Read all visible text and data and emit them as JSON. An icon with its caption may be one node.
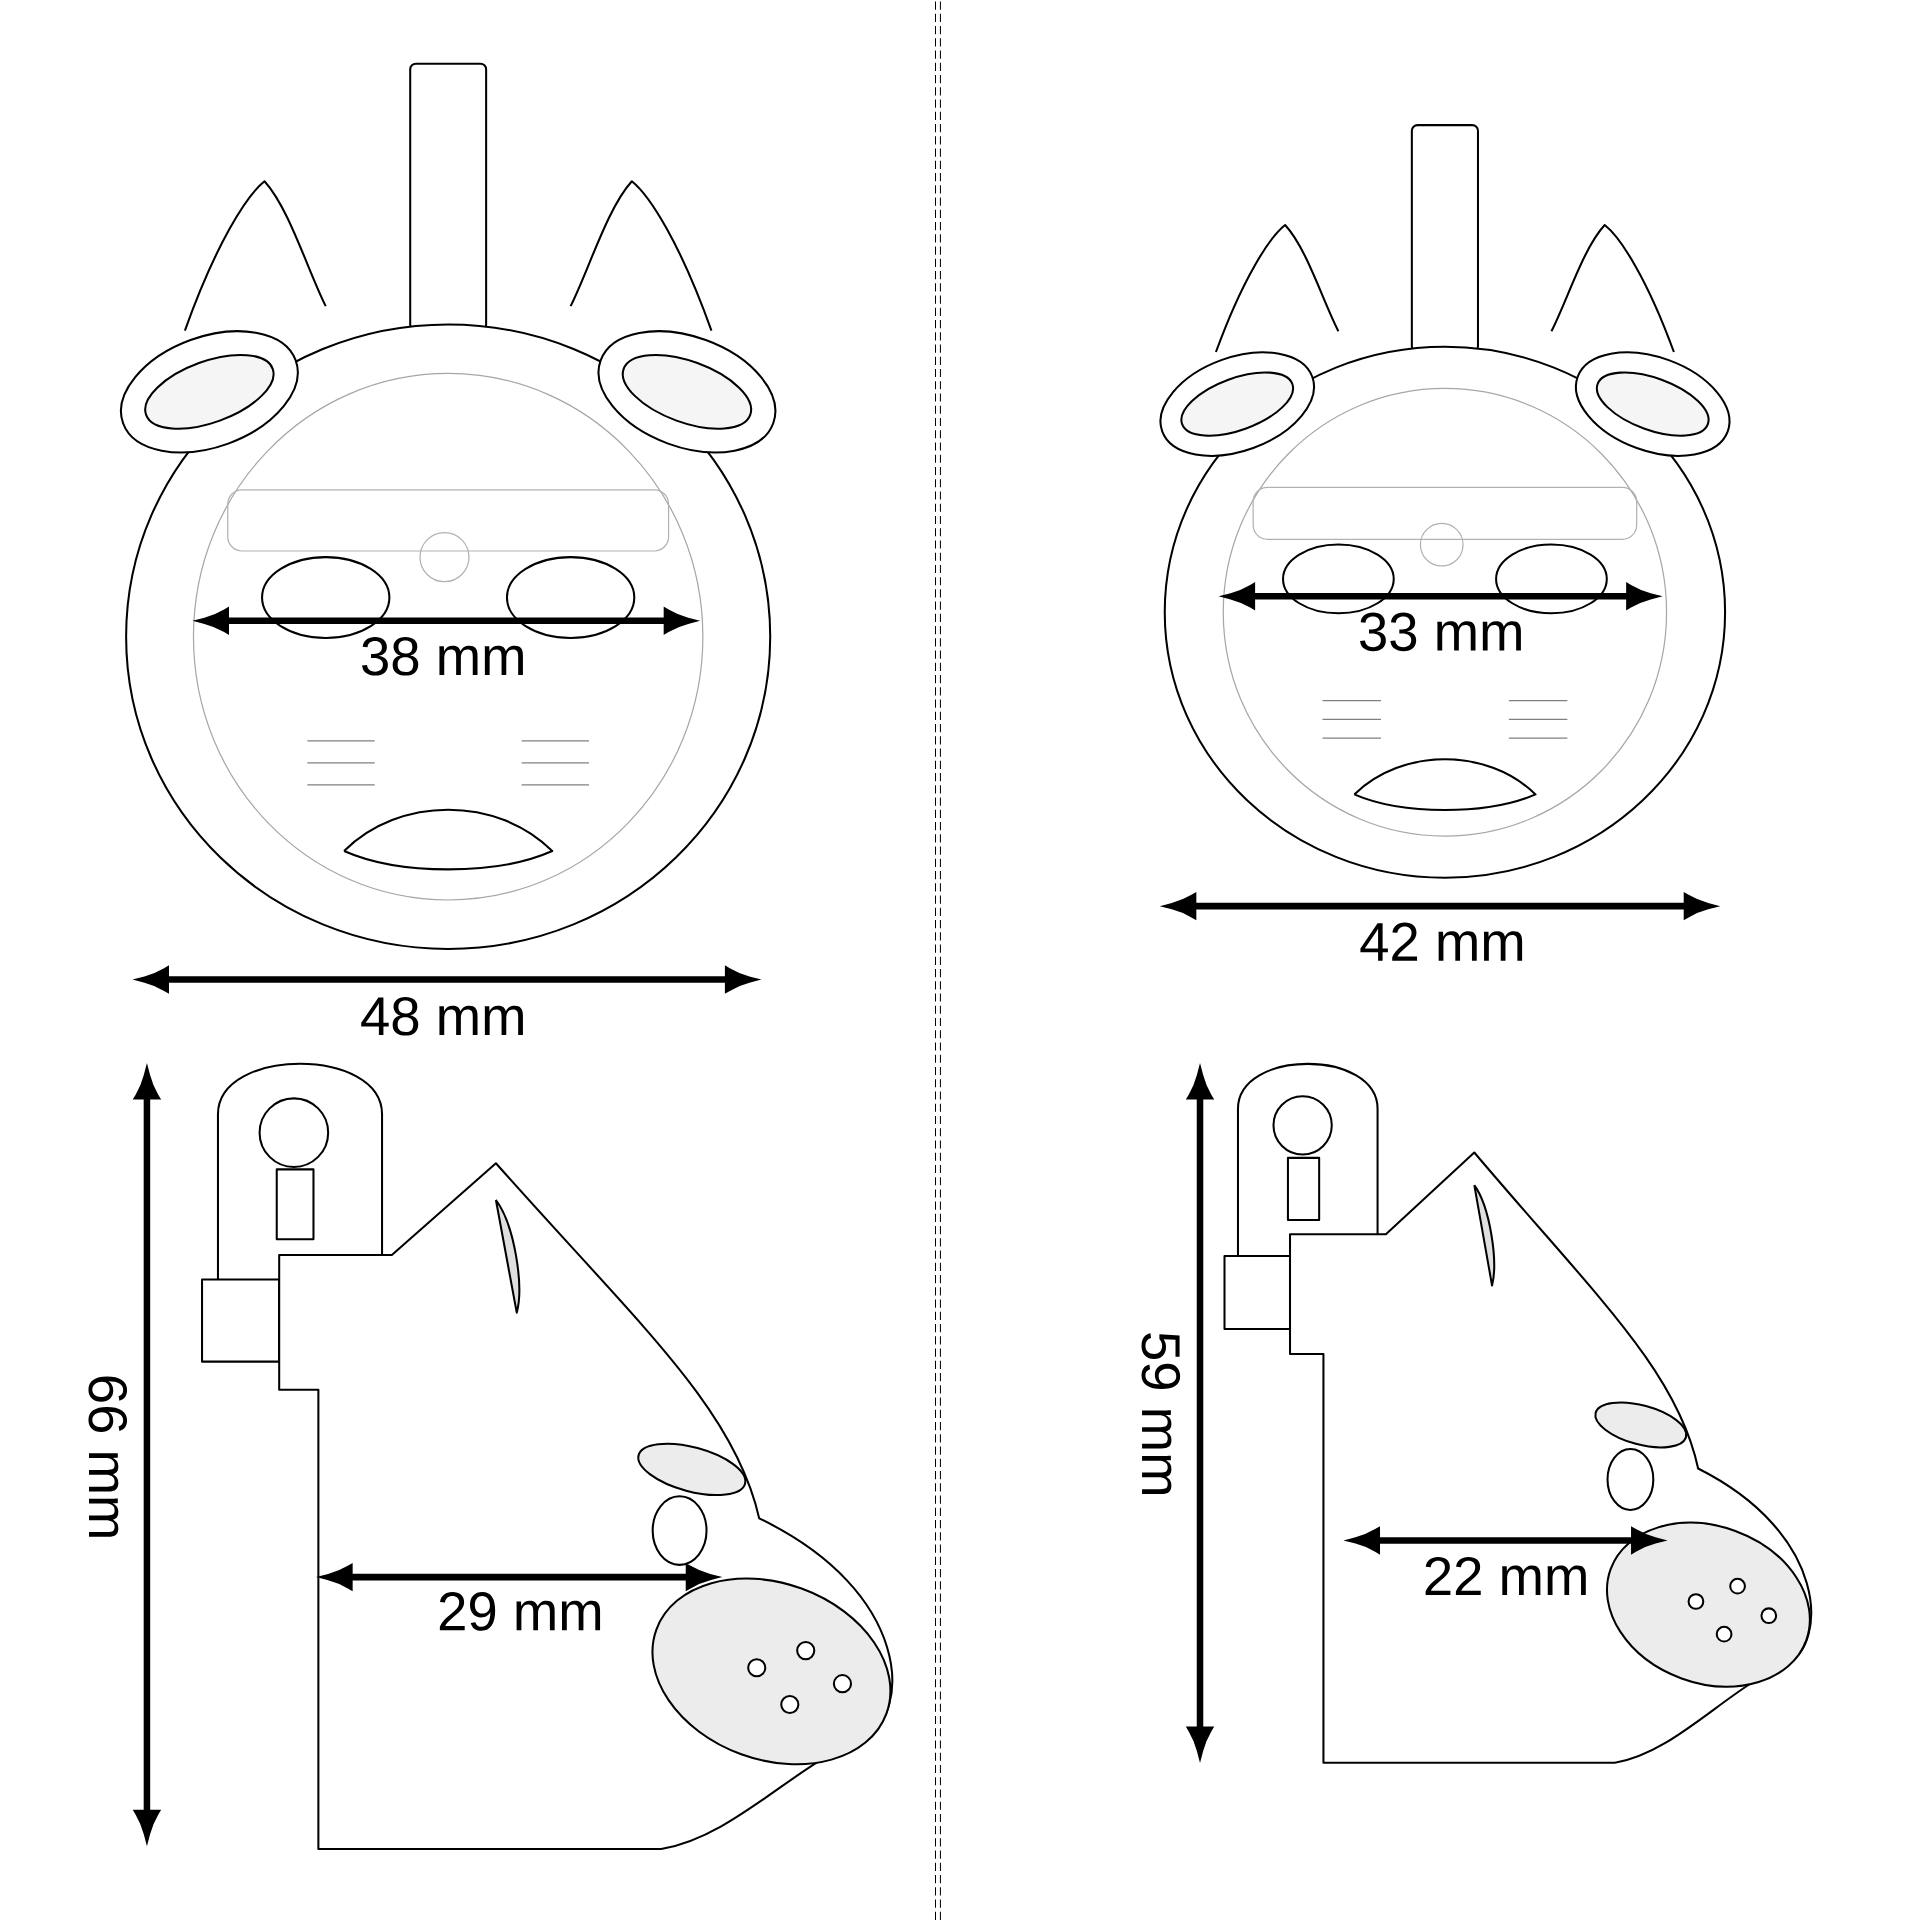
{
  "diagram": {
    "labels": [
      "38 mm",
      "48 mm",
      "33 mm",
      "42 mm",
      "66 mm",
      "29 mm",
      "59 mm",
      "22 mm"
    ]
  }
}
